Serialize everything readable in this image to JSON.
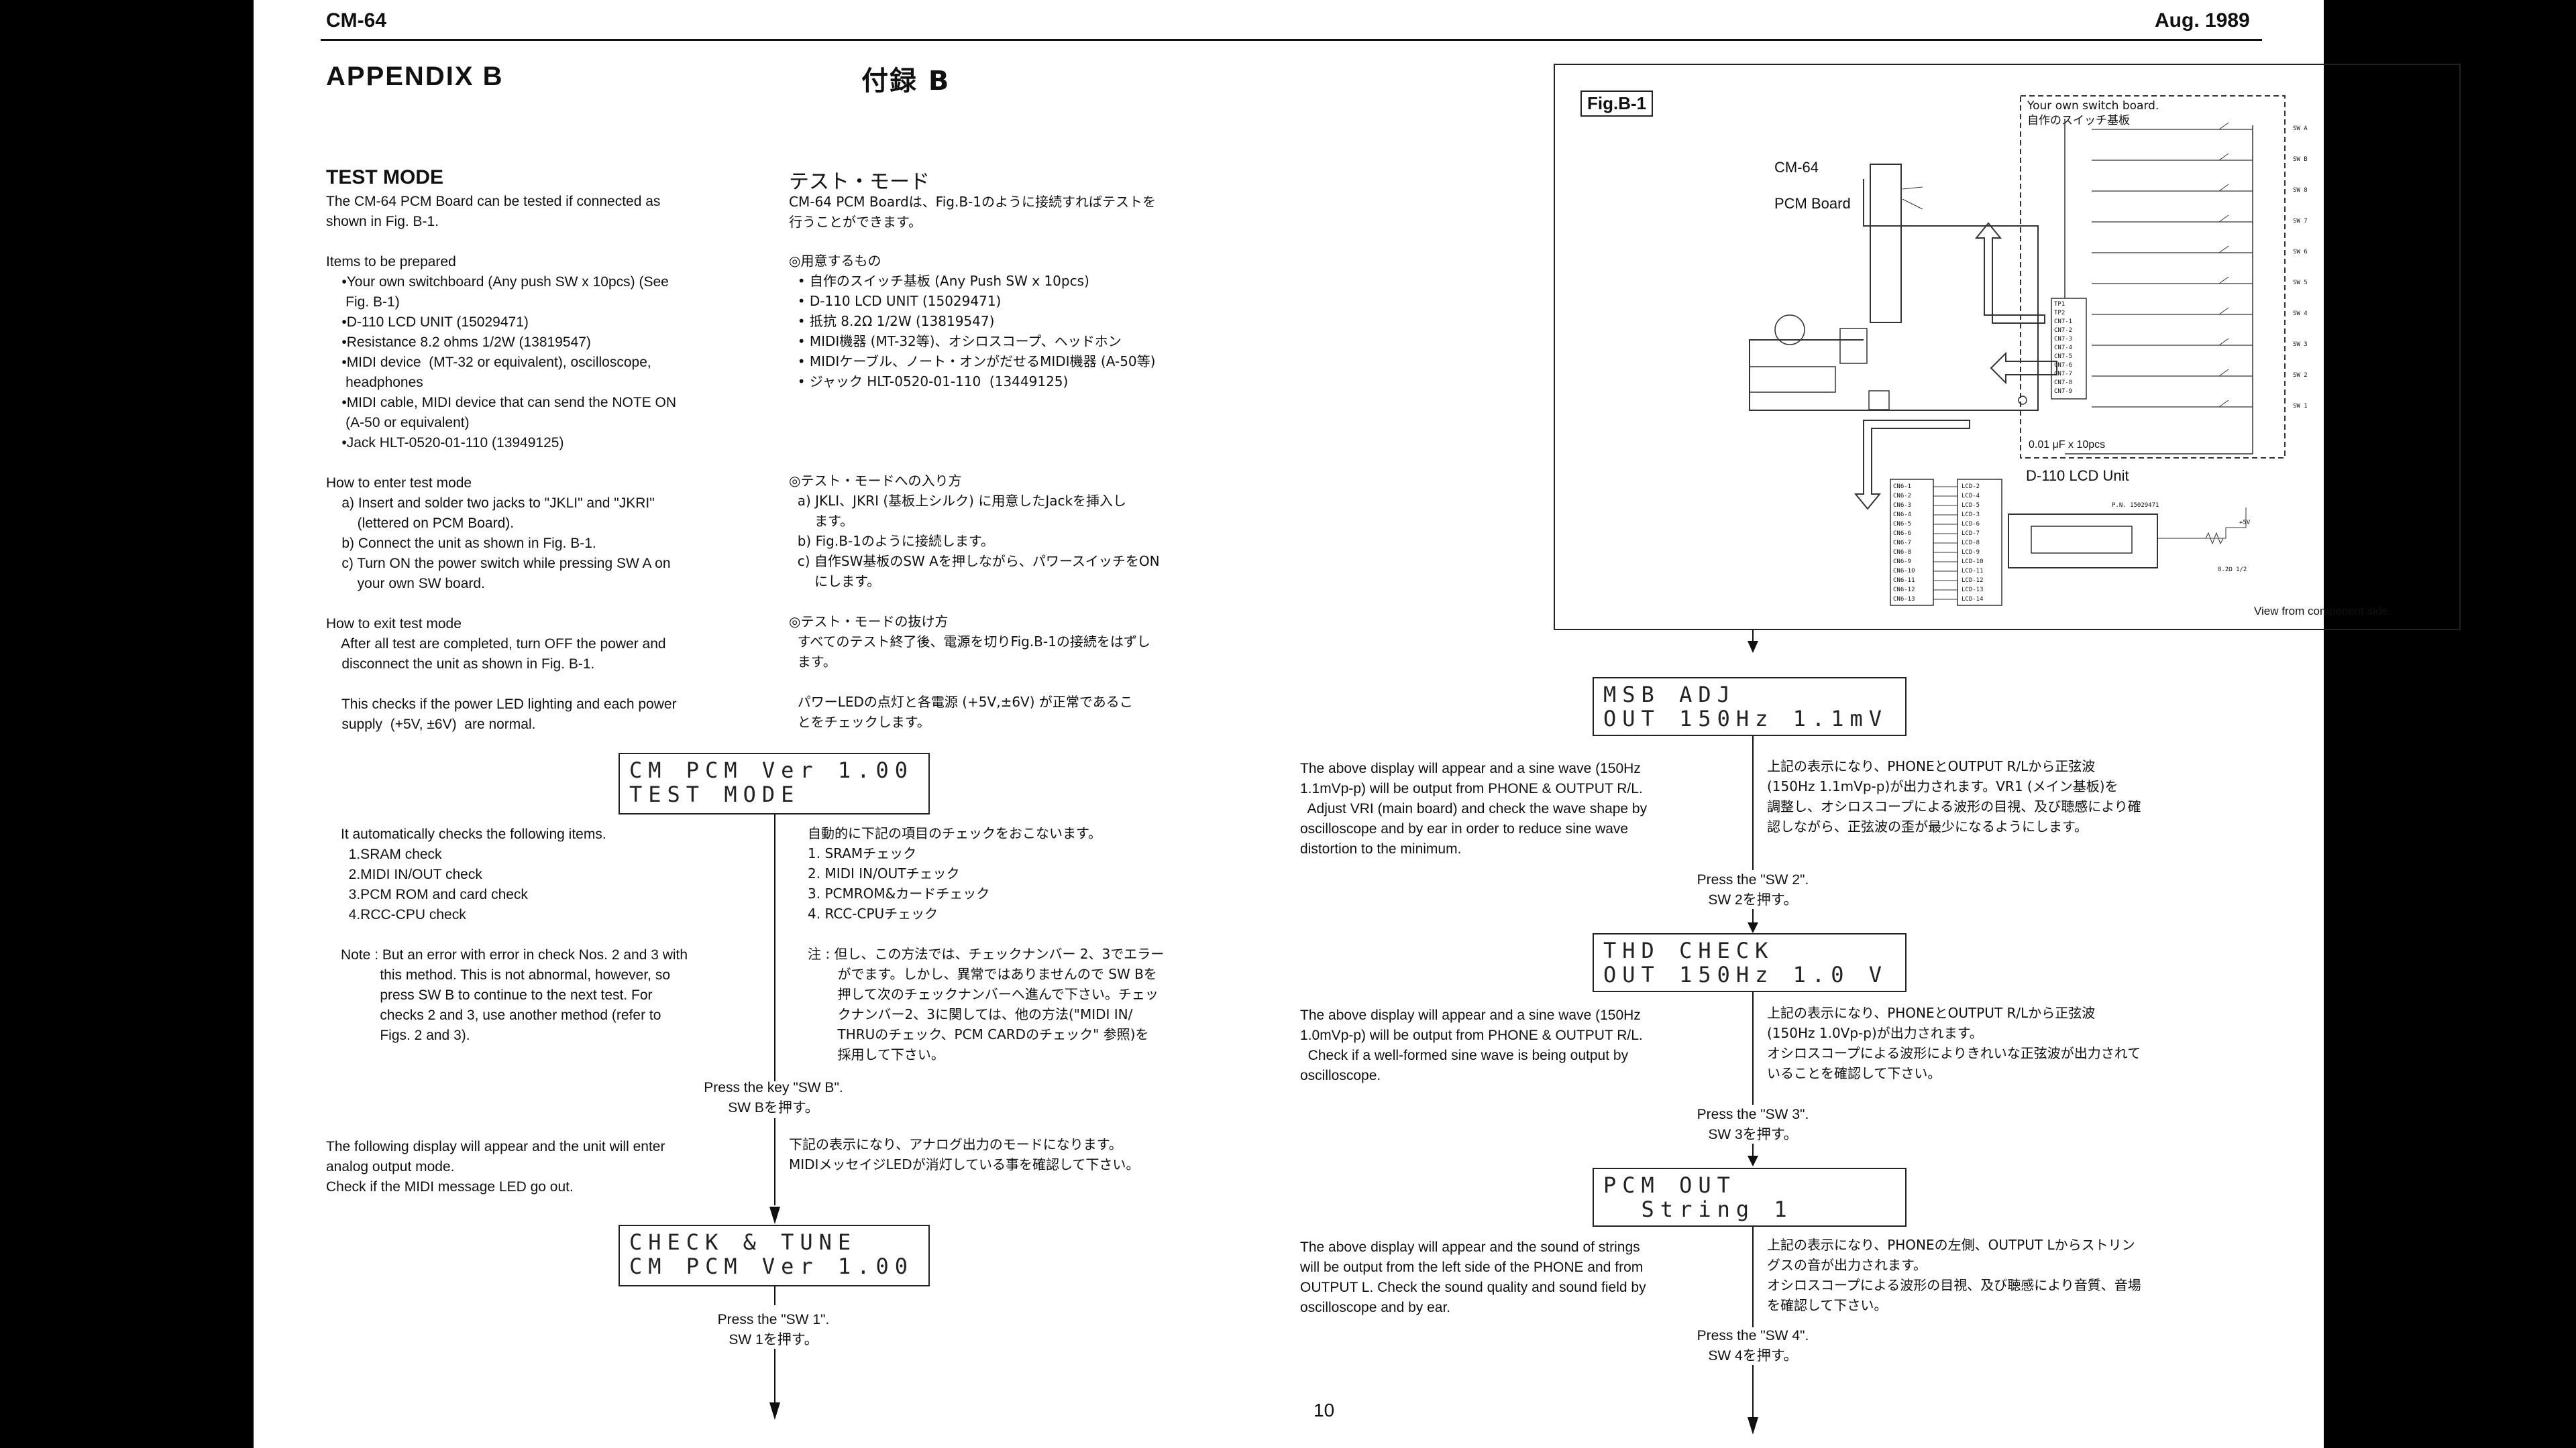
{
  "header": {
    "left": "CM-64",
    "right": "Aug. 1989"
  },
  "left_page": {
    "title_en": "APPENDIX  B",
    "title_jp": "付録 B",
    "section_en": "TEST MODE",
    "section_jp": "テスト・モード",
    "intro_en": "The CM-64 PCM Board can be tested if connected as\nshown in Fig. B-1.",
    "intro_jp": "CM-64 PCM Boardは、Fig.B-1のように接続すればテストを\n行うことができます。",
    "items_en": "Items to be prepared\n    •Your own switchboard (Any push SW x 10pcs) (See\n     Fig. B-1)\n    •D-110 LCD UNIT (15029471)\n    •Resistance 8.2 ohms 1/2W (13819547)\n    •MIDI device  (MT-32 or equivalent), oscilloscope,\n     headphones\n    •MIDI cable, MIDI device that can send the NOTE ON\n     (A-50 or equivalent)\n    •Jack HLT-0520-01-110 (13949125)",
    "items_jp": "◎用意するもの\n  • 自作のスイッチ基板 (Any Push SW x 10pcs)\n  • D-110 LCD UNIT (15029471)\n  • 抵抗 8.2Ω 1/2W (13819547)\n  • MIDI機器 (MT-32等)、オシロスコープ、ヘッドホン\n  • MIDIケーブル、ノート・オンがだせるMIDI機器 (A-50等)\n  • ジャック HLT-0520-01-110  (13449125)",
    "enter_en": "How to enter test mode\n    a) Insert and solder two jacks to \"JKLI\" and \"JKRI\"\n        (lettered on PCM Board).\n    b) Connect the unit as shown in Fig. B-1.\n    c) Turn ON the power switch while pressing SW A on\n        your own SW board.",
    "enter_jp": "◎テスト・モードへの入り方\n  a) JKLI、JKRI (基板上シルク) に用意したJackを挿入し\n      ます。\n  b) Fig.B-1のように接続します。\n  c) 自作SW基板のSW Aを押しながら、パワースイッチをON\n      にします。",
    "exit_en": "How to exit test mode\n    After all test are completed, turn OFF the power and\n    disconnect the unit as shown in Fig. B-1.\n\n    This checks if the power LED lighting and each power\n    supply  (+5V, ±6V)  are normal.",
    "exit_jp": "◎テスト・モードの抜け方\n  すべてのテスト終了後、電源を切りFig.B-1の接続をはずし\n  ます。\n\n  パワーLEDの点灯と各電源 (+5V,±6V) が正常であるこ\n  とをチェックします。",
    "lcd1": "CM PCM Ver 1.00\nTEST MODE",
    "checks_en": "It automatically checks the following items.\n  1.SRAM check\n  2.MIDI IN/OUT check\n  3.PCM ROM and card check\n  4.RCC-CPU check\n\nNote : But an error with error in check Nos. 2 and 3 with\n          this method. This is not abnormal, however, so\n          press SW B to continue to the next test. For\n          checks 2 and 3, use another method (refer to\n          Figs. 2 and 3).",
    "checks_jp": "自動的に下記の項目のチェックをおこないます。\n1. SRAMチェック\n2. MIDI IN/OUTチェック\n3. PCMROM&カードチェック\n4. RCC-CPUチェック\n\n注 : 但し、この方法では、チェックナンバー 2、3でエラー\n       がでます。しかし、異常ではありませんので SW Bを\n       押して次のチェックナンバーへ進んで下さい。チェッ\n       クナンバー2、3に関しては、他の方法(\"MIDI IN/\n       THRUのチェック、PCM CARDのチェック\" 参照)を\n       採用して下さい。",
    "press_b": "Press the key \"SW B\".\nSW Bを押す。",
    "analog_en": "The following display will appear and the unit will enter\nanalog output mode.\nCheck if the MIDI message LED go out.",
    "analog_jp": "下記の表示になり、アナログ出力のモードになります。\nMIDIメッセイジLEDが消灯している事を確認して下さい。",
    "lcd2": "CHECK & TUNE\nCM PCM Ver 1.00",
    "press_1": "Press the \"SW 1\".\nSW 1を押す。"
  },
  "right_page": {
    "fig_label": "Fig.B-1",
    "switch_board": "Your own switch board.\n自作のスイッチ基板",
    "cm64": "CM-64",
    "pcm_board": "PCM Board",
    "cap": "0.01 μF x 10pcs",
    "lcd_unit": "D-110 LCD Unit",
    "pn": "P.N. 15029471",
    "res": "8.2Ω 1/2",
    "vplus": "+5V",
    "view": "View from component side.",
    "sw_labels": [
      "SW A",
      "SW B",
      "SW 8",
      "SW 7",
      "SW 6",
      "SW 5",
      "SW 4",
      "SW 3",
      "SW 2",
      "SW 1"
    ],
    "cn_labels": [
      "TP1",
      "TP2",
      "CN7-1",
      "CN7-2",
      "CN7-3",
      "CN7-4",
      "CN7-5",
      "CN7-6",
      "CN7-7",
      "CN7-8",
      "CN7-9"
    ],
    "cn6_labels": [
      "CN6-1",
      "CN6-2",
      "CN6-3",
      "CN6-4",
      "CN6-5",
      "CN6-6",
      "CN6-7",
      "CN6-8",
      "CN6-9",
      "CN6-10",
      "CN6-11",
      "CN6-12",
      "CN6-13"
    ],
    "lcd_pins": [
      "LCD-2",
      "LCD-4",
      "LCD-5",
      "LCD-3",
      "LCD-6",
      "LCD-7",
      "LCD-8",
      "LCD-9",
      "LCD-10",
      "LCD-11",
      "LCD-12",
      "LCD-13",
      "LCD-14"
    ],
    "lcd3": "MSB ADJ\nOUT 150Hz 1.1mV",
    "msb_en": "The above display will appear and a sine wave (150Hz\n1.1mVp-p) will be output from PHONE & OUTPUT R/L.\n  Adjust VRI (main board) and check the wave shape by\noscilloscope and by ear in order to reduce sine wave\ndistortion to the minimum.",
    "msb_jp": "上記の表示になり、PHONEとOUTPUT R/Lから正弦波\n(150Hz 1.1mVp-p)が出力されます。VR1 (メイン基板)を\n調整し、オシロスコープによる波形の目視、及び聴感により確\n認しながら、正弦波の歪が最少になるようにします。",
    "press_2": "Press the \"SW 2\".\nSW 2を押す。",
    "lcd4": "THD CHECK\nOUT 150Hz 1.0 V",
    "thd_en": "The above display will appear and a sine wave (150Hz\n1.0mVp-p) will be output from PHONE & OUTPUT R/L.\n  Check if a well-formed sine wave is being output by\noscilloscope.",
    "thd_jp": "上記の表示になり、PHONEとOUTPUT R/Lから正弦波\n(150Hz 1.0Vp-p)が出力されます。\nオシロスコープによる波形によりきれいな正弦波が出力されて\nいることを確認して下さい。",
    "press_3": "Press the \"SW 3\".\nSW 3を押す。",
    "lcd5": "PCM OUT\n  String 1",
    "pcm_en": "The above display will appear and the sound of strings\nwill be output from the left side of the PHONE and from\nOUTPUT L. Check the sound quality and sound field by\noscilloscope and by ear.",
    "pcm_jp": "上記の表示になり、PHONEの左側、OUTPUT Lからストリン\nグスの音が出力されます。\nオシロスコープによる波形の目視、及び聴感により音質、音場\nを確認して下さい。",
    "press_4": "Press the \"SW 4\".\nSW 4を押す。",
    "page_number": "10"
  }
}
